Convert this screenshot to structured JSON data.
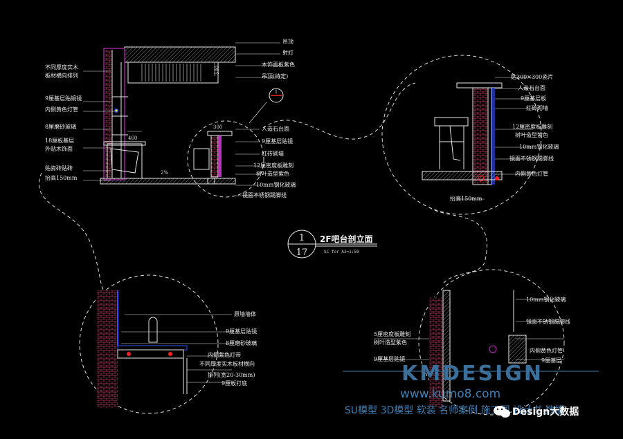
{
  "drawing": {
    "title_number_top": "1",
    "title_number_bottom": "17",
    "title_text": "2F吧台剖立面",
    "scale_text": "SC for A3=1:50",
    "callout_number": "1",
    "main_left_labels": [
      "不同厚度实木",
      "板材横向排列",
      "9厘基层贴镜镜",
      "内侧黄色灯管",
      "8厘磨砂玻璃",
      "18厘板基层",
      "外贴木饰面",
      "贴瓷砖贴砖",
      "抬高150mm"
    ],
    "main_right_labels": [
      "吊顶",
      "射灯",
      "木饰面板紫色",
      "吊顶(待定)"
    ],
    "dims": [
      "300",
      "500",
      "460",
      "2%"
    ],
    "detail1_labels": [
      "人造石台面",
      "9厘基层贴镜",
      "红砖砌墙",
      "12厘密度板雕刻",
      "树叶造型紫色",
      "10mm钢化玻璃",
      "镜面不锈钢踢脚线"
    ],
    "detail2_labels": [
      "贴300×300瓷片",
      "人造石台面",
      "9厘基层板",
      "红砖砌墙",
      "12厘密度板雕刻",
      "树叶造型紫色",
      "10mm钢化玻璃",
      "镜面不锈钢踢脚线",
      "内侧黄色灯管"
    ],
    "detail2_bottom": "抬高150mm",
    "detail3_labels": [
      "原墙墙体",
      "9厘基层贴镜",
      "8厘磨砂玻璃",
      "内侧紫色灯带",
      "不同厚度实木板材横向",
      "排列(宽20-30mm)",
      "9厘板打底"
    ],
    "detail4_labels": [
      "10mm钢化玻璃",
      "镜面不锈钢踢脚线",
      "内侧黄色灯管",
      "9厘基层"
    ],
    "detail4_left_labels": [
      "5厘密度板雕刻",
      "树叶造型紫色",
      "9厘基层贴镜"
    ]
  },
  "watermark": {
    "logo": "KMDESIGN",
    "url": "www.kumo8.com",
    "tagline": "SU模型 3D模型 软装 名师案例 施工图 设计书 数据",
    "brand": "Design大数据"
  },
  "colors": {
    "background": "#000000",
    "line": "#e8e8e8",
    "magenta": "#c030c0",
    "brick": "#b03a5a",
    "blue": "#3050ff",
    "red": "#ff2020",
    "watermark": "#3f7fb3"
  }
}
